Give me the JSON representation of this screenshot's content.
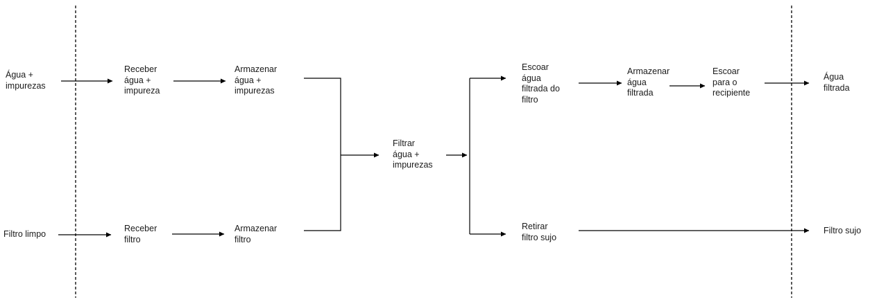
{
  "diagram": {
    "inputs": {
      "water": "Água +\nimpurezas",
      "filter": "Filtro limpo"
    },
    "functions": {
      "receive_water": "Receber\nágua +\nimpureza",
      "store_water": "Armazenar\nágua +\nimpurezas",
      "receive_filter": "Receber\nfiltro",
      "store_filter": "Armazenar\nfiltro",
      "filter_water": "Filtrar\nágua +\nimpurezas",
      "drain_filtered": "Escoar\nágua\nfiltrada do\nfiltro",
      "store_filtered": "Armazenar\nágua\nfiltrada",
      "drain_container": "Escoar\npara o\nrecipiente",
      "remove_filter": "Retirar\nfiltro sujo"
    },
    "outputs": {
      "filtered_water": "Água\nfiltrada",
      "dirty_filter": "Filtro sujo"
    },
    "line_color": "#000000"
  }
}
